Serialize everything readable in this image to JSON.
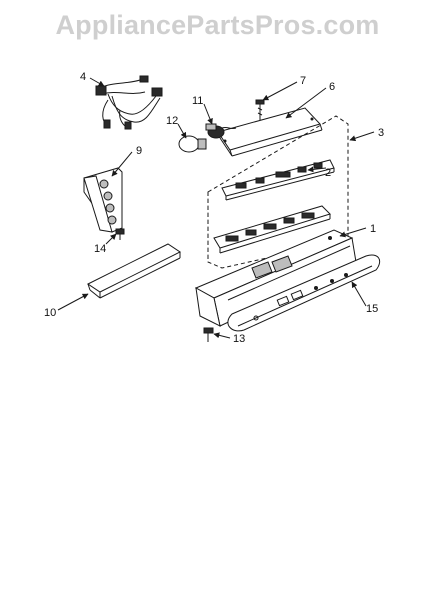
{
  "watermark": "AppliancePartsPros.com",
  "callouts": {
    "c1": "1",
    "c2": "2",
    "c3": "3",
    "c4": "4",
    "c6": "6",
    "c7": "7",
    "c9": "9",
    "c10": "10",
    "c11": "11",
    "c12": "12",
    "c13": "13",
    "c14": "14",
    "c15": "15"
  }
}
